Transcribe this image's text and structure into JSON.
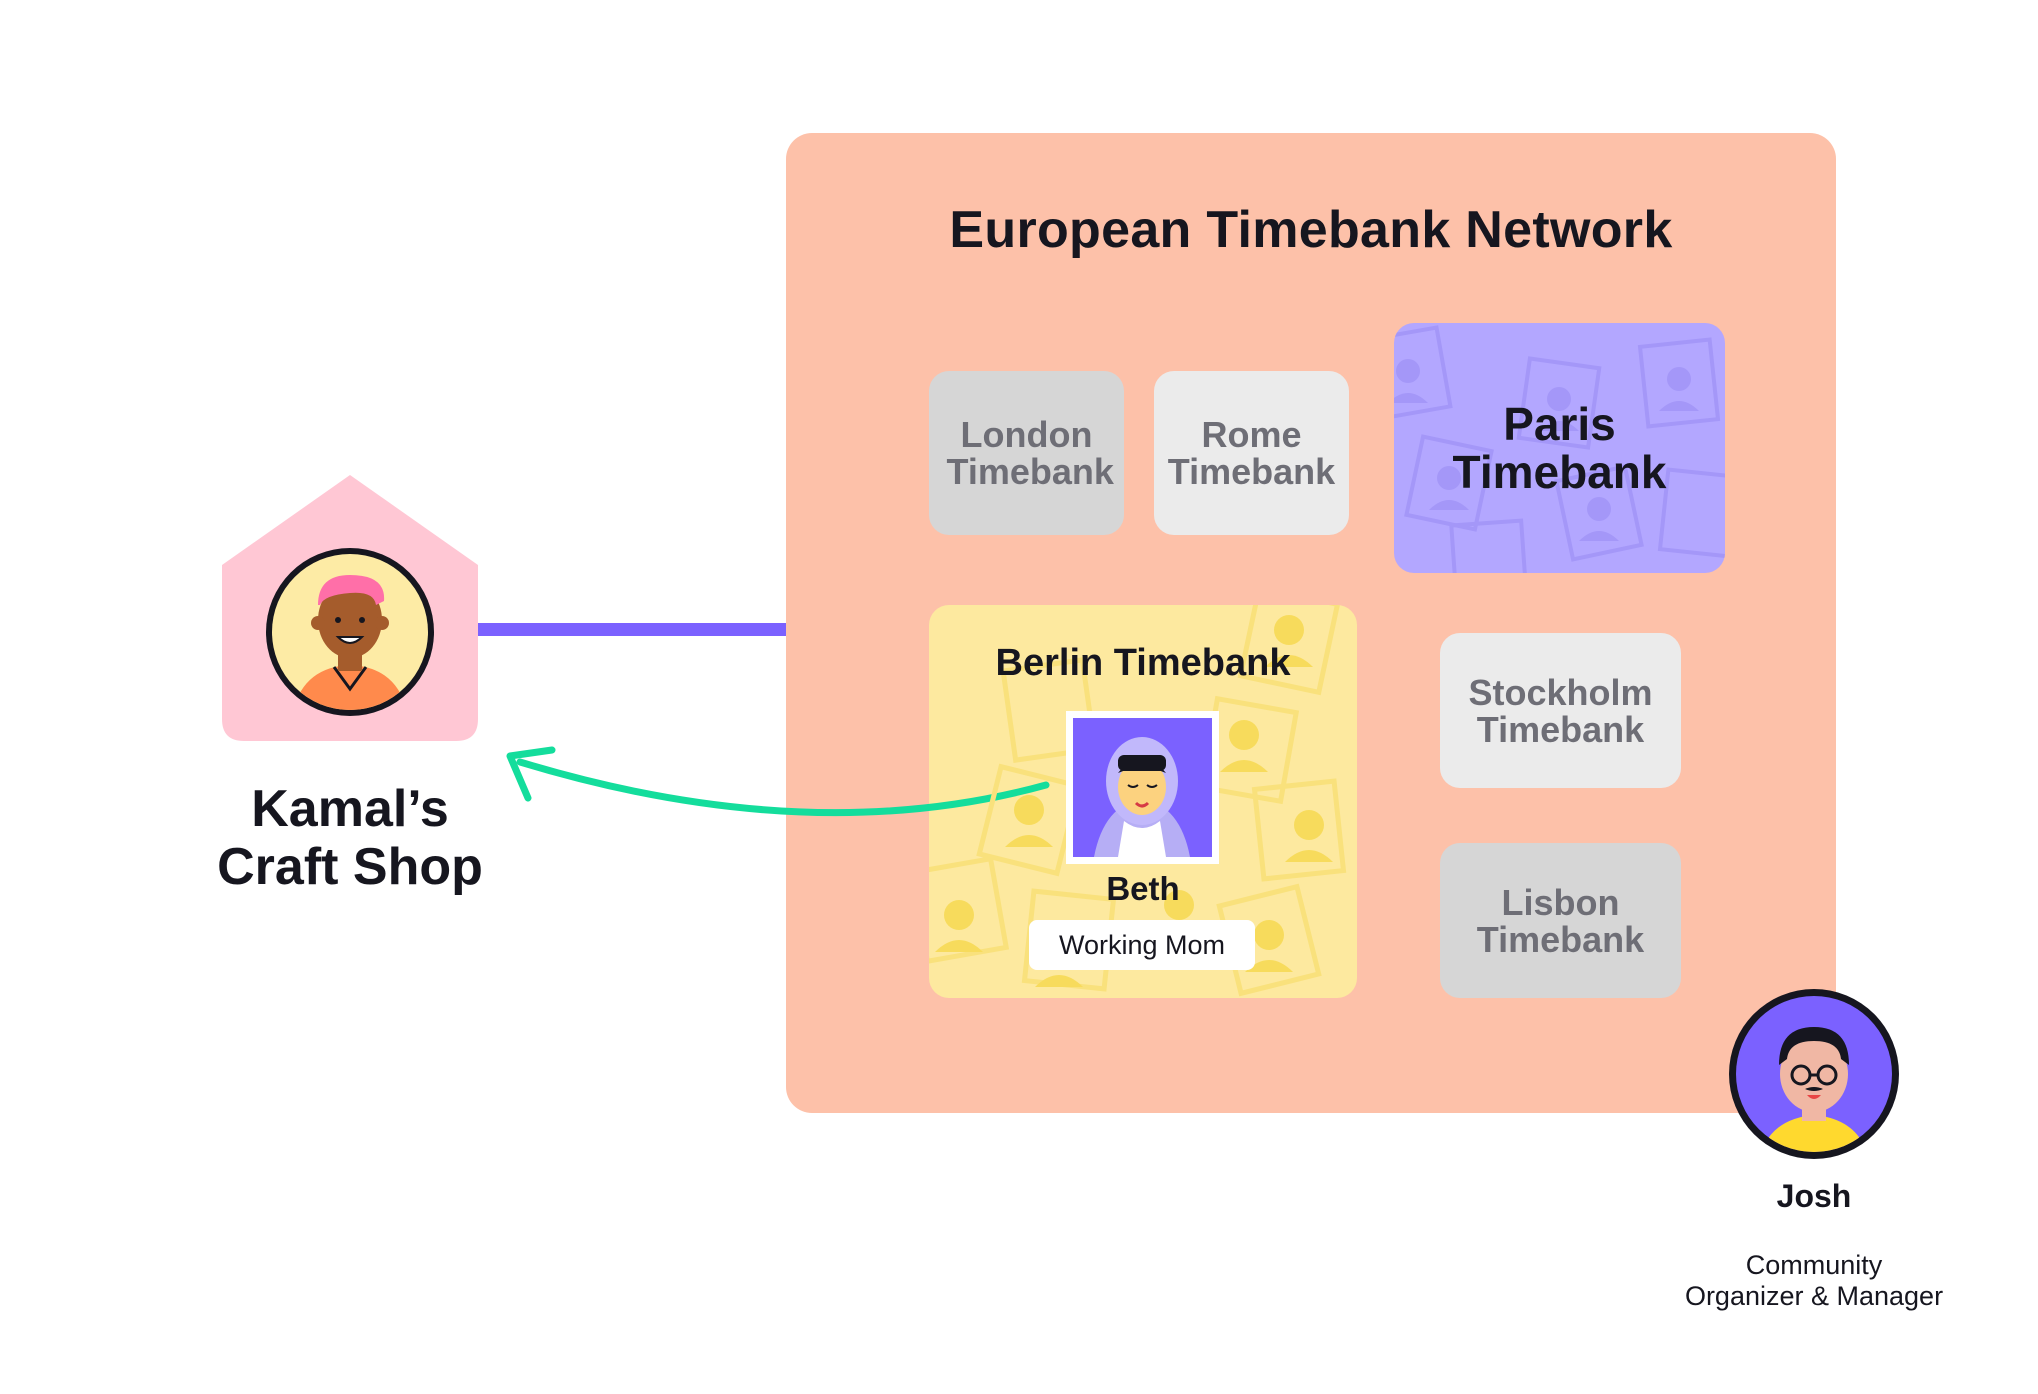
{
  "network": {
    "title": "European Timebank Network"
  },
  "timebanks": {
    "london": "London Timebank",
    "rome": "Rome Timebank",
    "paris": "Paris Timebank",
    "berlin": "Berlin Timebank",
    "stockholm": "Stockholm Timebank",
    "lisbon": "Lisbon Timebank"
  },
  "member": {
    "name": "Beth",
    "role": "Working Mom"
  },
  "shop": {
    "name": "Kamal’s Craft Shop"
  },
  "organizer": {
    "name": "Josh",
    "role": "Community Organizer & Manager"
  },
  "colors": {
    "network_bg": "#fdc1a9",
    "paris_bg": "#b3a7ff",
    "berlin_bg": "#fde99f",
    "shop_bg": "#ffc7d4",
    "connector": "#7b61ff",
    "arrow": "#14dd9c"
  }
}
